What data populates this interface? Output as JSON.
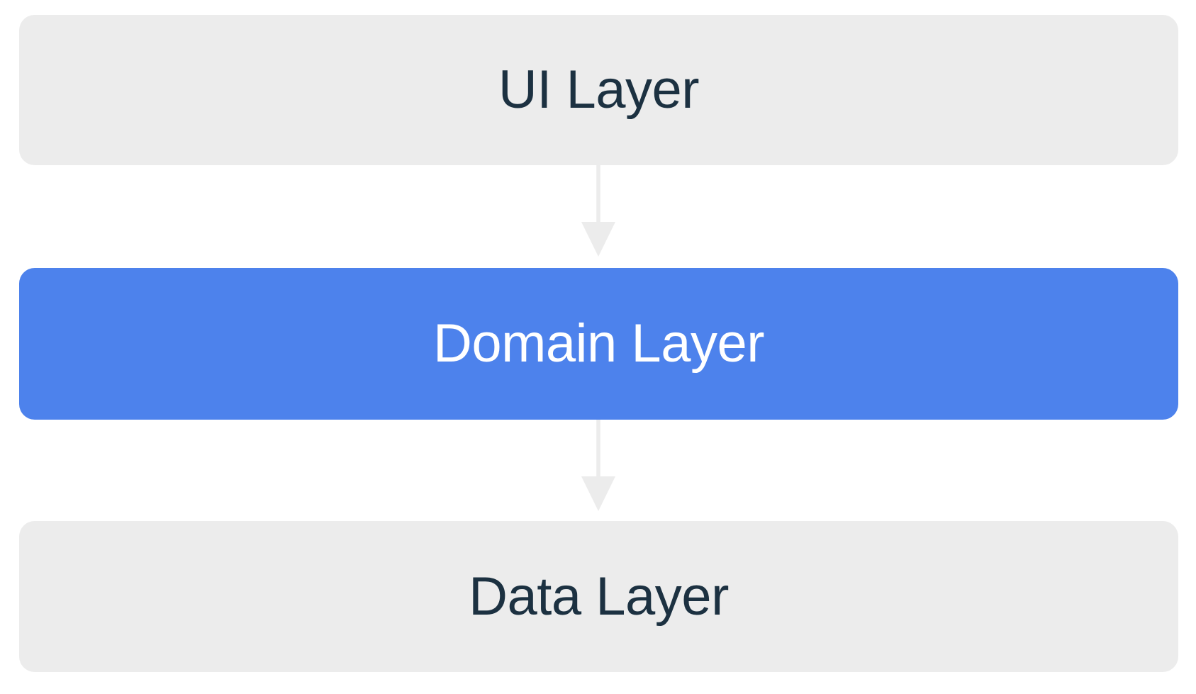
{
  "diagram": {
    "type": "layered-architecture-flow",
    "orientation": "vertical-top-down",
    "background_color": "#FFFFFF",
    "nodes": [
      {
        "id": "ui-layer",
        "label": "UI Layer",
        "fill_color": "#ECECEC",
        "text_color": "#1C3141",
        "highlighted": false
      },
      {
        "id": "domain-layer",
        "label": "Domain Layer",
        "fill_color": "#4D82EC",
        "text_color": "#FFFFFF",
        "highlighted": true
      },
      {
        "id": "data-layer",
        "label": "Data Layer",
        "fill_color": "#ECECEC",
        "text_color": "#1C3141",
        "highlighted": false
      }
    ],
    "connectors": [
      {
        "id": "ui-to-domain",
        "from": "ui-layer",
        "to": "domain-layer",
        "color": "#ECECEC",
        "arrowhead": "solid-triangle-down"
      },
      {
        "id": "domain-to-data",
        "from": "domain-layer",
        "to": "data-layer",
        "color": "#ECECEC",
        "arrowhead": "solid-triangle-down"
      }
    ]
  }
}
